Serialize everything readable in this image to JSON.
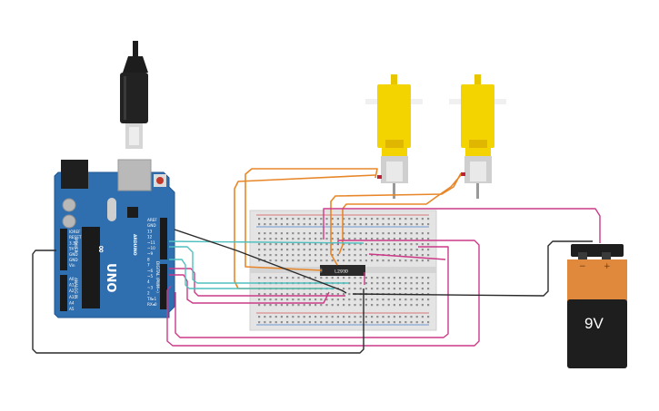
{
  "arduino": {
    "board_name": "UNO",
    "brand": "ARDUINO",
    "power_labels": [
      "IOREF",
      "RESET",
      "3.3V",
      "5V",
      "GND",
      "GND",
      "Vin"
    ],
    "analog_labels": [
      "A0",
      "A1",
      "A2",
      "A3",
      "A4",
      "A5"
    ],
    "digital_labels": [
      "AREF",
      "GND",
      "13",
      "12",
      "~11",
      "~10",
      "~9",
      "8",
      "7",
      "~6",
      "~5",
      "4",
      "~3",
      "2",
      "TX▸1",
      "RX◂0"
    ],
    "digital_header_label": "DIGITAL (PWM~)",
    "power_header_label": "POWER",
    "analog_header_label": "ANALOG IN"
  },
  "driver_ic": {
    "label": "L293D"
  },
  "battery": {
    "label": "9V",
    "minus": "−",
    "plus": "+"
  },
  "colors": {
    "board": "#2f6fb0",
    "breadboard": "#e4e4e4",
    "motor_body": "#f4d400",
    "wire_orange": "#e8872a",
    "wire_pink": "#cc3a88",
    "wire_teal": "#4fbfbf",
    "wire_black": "#2a2a2a",
    "battery_body": "#e0893d",
    "battery_dark": "#1e1e1e"
  },
  "icons": [
    "usb-cable-icon",
    "dc-motor-icon",
    "dc-motor-icon"
  ]
}
